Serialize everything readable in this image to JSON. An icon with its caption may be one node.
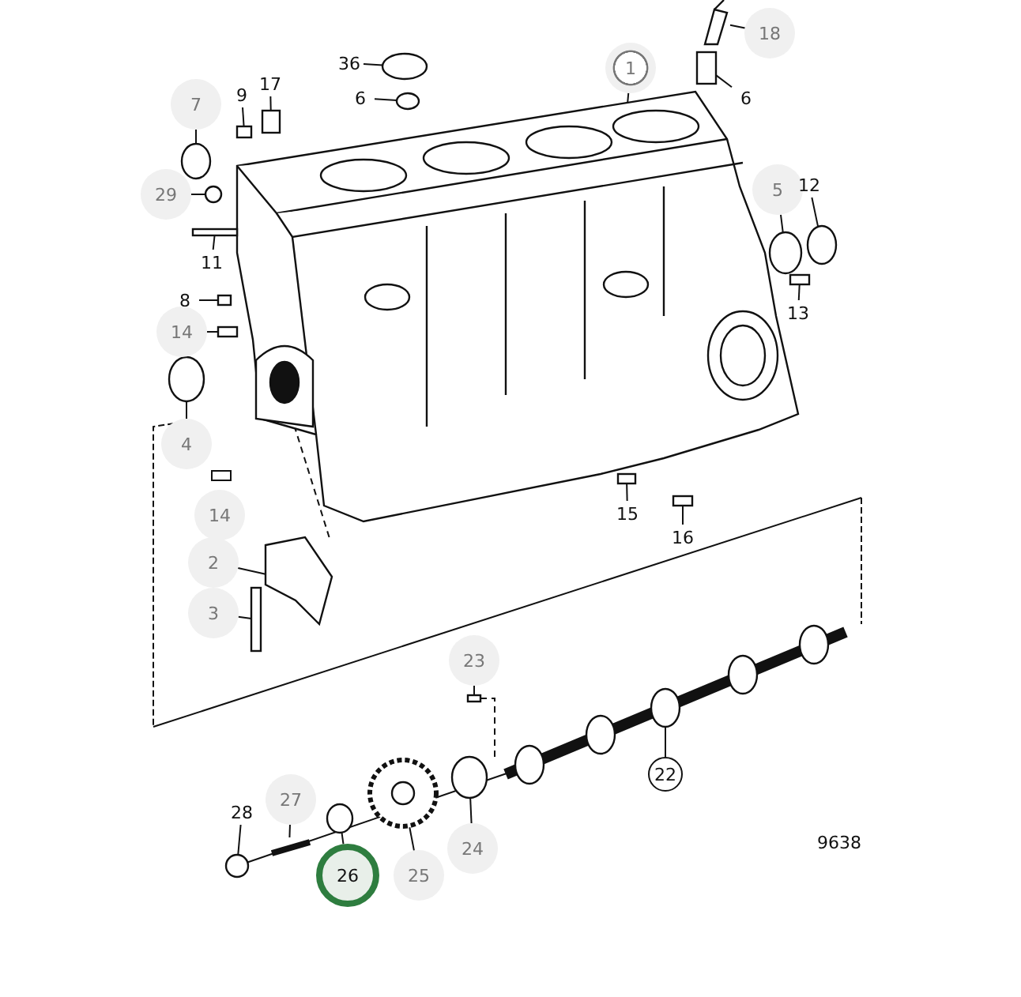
{
  "diagram": {
    "nodes": [
      {
        "text": [
          "18"
        ]
      },
      {
        "text": [
          "36"
        ]
      },
      {
        "text": [
          "1"
        ]
      },
      {
        "text": [
          "17"
        ]
      },
      {
        "text": [
          "9"
        ]
      },
      {
        "text": [
          "6"
        ]
      },
      {
        "text": [
          "6"
        ]
      },
      {
        "text": [
          "7"
        ]
      },
      {
        "text": [
          "29"
        ]
      },
      {
        "text": [
          "5"
        ]
      },
      {
        "text": [
          "12"
        ]
      },
      {
        "text": [
          "11"
        ]
      },
      {
        "text": [
          "8"
        ]
      },
      {
        "text": [
          "13"
        ]
      },
      {
        "text": [
          "14"
        ]
      },
      {
        "text": [
          "4"
        ]
      },
      {
        "text": [
          "14"
        ]
      },
      {
        "text": [
          "15"
        ]
      },
      {
        "text": [
          "16"
        ]
      },
      {
        "text": [
          "2"
        ]
      },
      {
        "text": [
          "3"
        ]
      },
      {
        "text": [
          "23"
        ]
      },
      {
        "text": [
          "22"
        ]
      },
      {
        "text": [
          "28"
        ]
      },
      {
        "text": [
          "27"
        ]
      },
      {
        "text": [
          "26"
        ]
      },
      {
        "text": [
          "25"
        ]
      },
      {
        "text": [
          "24"
        ]
      },
      {
        "text": [],
        "shape": "picture"
      },
      {
        "text": [],
        "shape": "circle"
      },
      {
        "text": [],
        "shape": "picture"
      },
      {
        "text": [],
        "shape": "box"
      },
      {
        "text": [],
        "shape": "box"
      },
      {
        "text": [],
        "shape": "circle"
      },
      {
        "text": [],
        "shape": "box"
      },
      {
        "text": [],
        "shape": "circle"
      },
      {
        "text": [],
        "shape": "circle"
      },
      {
        "text": [],
        "shape": "circle"
      },
      {
        "text": [],
        "shape": "circle"
      },
      {
        "text": [],
        "shape": "box"
      },
      {
        "text": [],
        "shape": "box"
      },
      {
        "text": [],
        "shape": "box"
      },
      {
        "text": [],
        "shape": "box"
      },
      {
        "text": [],
        "shape": "circle"
      },
      {
        "text": [],
        "shape": "box"
      },
      {
        "text": [],
        "shape": "box"
      },
      {
        "text": [],
        "shape": "picture"
      },
      {
        "text": [],
        "shape": "box"
      },
      {
        "text": [],
        "shape": "box"
      },
      {
        "text": [],
        "shape": "picture"
      },
      {
        "text": [],
        "shape": "circle"
      },
      {
        "text": [],
        "shape": "picture"
      },
      {
        "text": [],
        "shape": "circle"
      },
      {
        "text": [],
        "shape": "picture"
      },
      {
        "text": [],
        "shape": "circle"
      }
    ],
    "edges": [
      {
        "from": 0,
        "to": 28,
        "arrow": "none"
      },
      {
        "from": 1,
        "to": 29,
        "arrow": "none"
      },
      {
        "from": 2,
        "to": 30,
        "arrow": "none"
      },
      {
        "from": 3,
        "to": 31,
        "arrow": "none"
      },
      {
        "from": 4,
        "to": 32,
        "arrow": "none"
      },
      {
        "from": 5,
        "to": 33,
        "arrow": "none"
      },
      {
        "from": 6,
        "to": 34,
        "arrow": "none"
      },
      {
        "from": 7,
        "to": 35,
        "arrow": "none"
      },
      {
        "from": 8,
        "to": 36,
        "arrow": "none"
      },
      {
        "from": 9,
        "to": 37,
        "arrow": "none"
      },
      {
        "from": 10,
        "to": 38,
        "arrow": "none"
      },
      {
        "from": 11,
        "to": 39,
        "arrow": "none"
      },
      {
        "from": 12,
        "to": 40,
        "arrow": "none"
      },
      {
        "from": 13,
        "to": 41,
        "arrow": "none"
      },
      {
        "from": 14,
        "to": 42,
        "arrow": "none"
      },
      {
        "from": 15,
        "to": 43,
        "arrow": "none"
      },
      {
        "from": 17,
        "to": 44,
        "arrow": "none"
      },
      {
        "from": 18,
        "to": 45,
        "arrow": "none"
      },
      {
        "from": 19,
        "to": 46,
        "arrow": "none"
      },
      {
        "from": 20,
        "to": 47,
        "arrow": "none"
      },
      {
        "from": 21,
        "to": 48,
        "arrow": "none"
      },
      {
        "from": 22,
        "to": 49,
        "arrow": "none"
      },
      {
        "from": 23,
        "to": 50,
        "arrow": "none"
      },
      {
        "from": 24,
        "to": 51,
        "arrow": "none"
      },
      {
        "from": 25,
        "to": 52,
        "arrow": "none"
      },
      {
        "from": 26,
        "to": 53,
        "arrow": "none"
      },
      {
        "from": 27,
        "to": 54,
        "arrow": "none"
      },
      {
        "from": 30,
        "to": 46,
        "arrow": "none",
        "style": "dashed"
      },
      {
        "from": 48,
        "to": 49,
        "arrow": "none",
        "style": "dashed"
      },
      {
        "from": 50,
        "to": 49,
        "arrow": "none"
      }
    ],
    "labels": [
      "9638"
    ]
  }
}
